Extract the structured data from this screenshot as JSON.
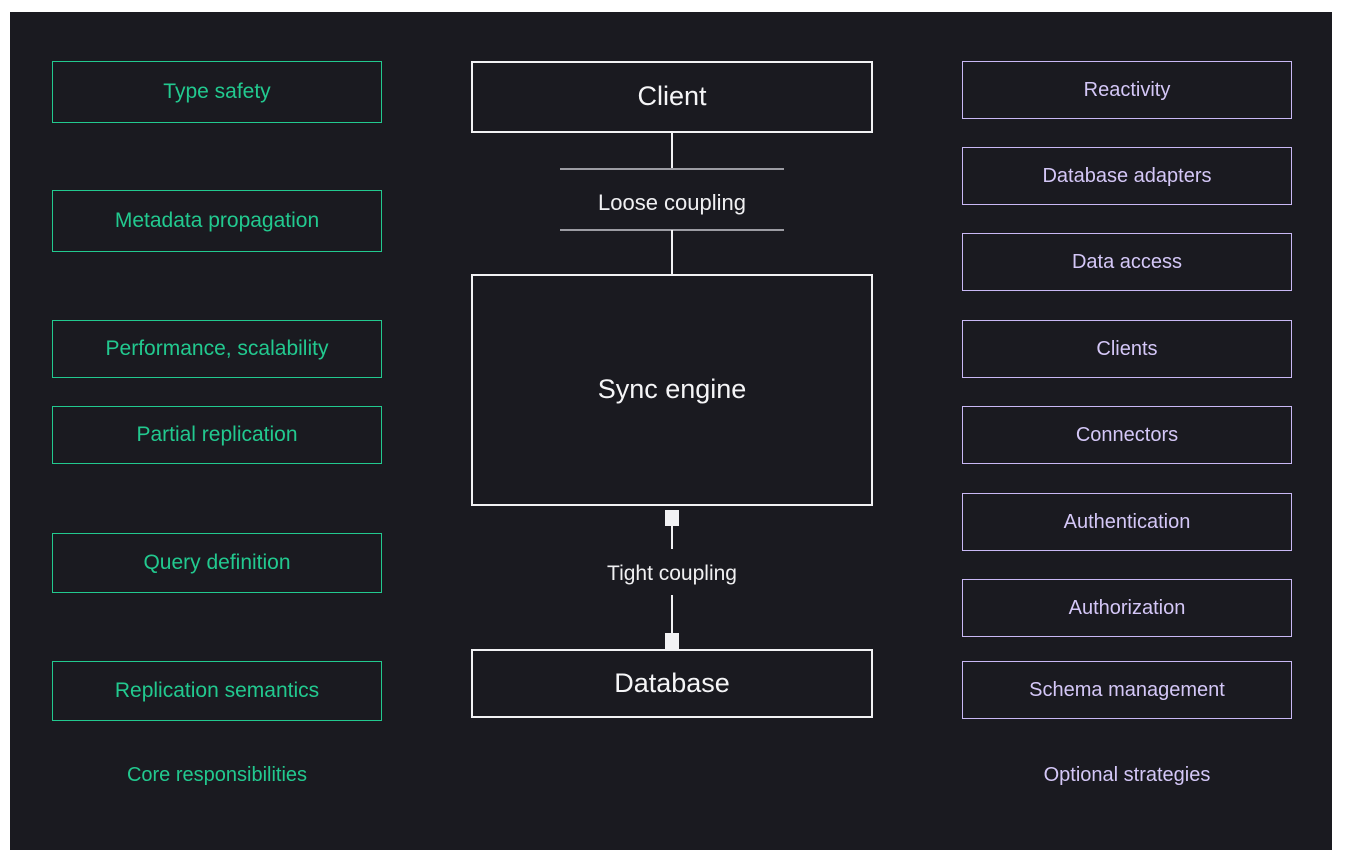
{
  "canvas": {
    "background": "#1a1a20",
    "page_background": "#ffffff"
  },
  "colors": {
    "core_accent": "#22c98f",
    "optional_accent": "#c9b8f5",
    "center_stroke": "#f2f2f4",
    "rule_gray": "#9c9ca3"
  },
  "core_responsibilities": {
    "caption": "Core responsibilities",
    "items": [
      {
        "label": "Type safety"
      },
      {
        "label": "Metadata propagation"
      },
      {
        "label": "Performance, scalability"
      },
      {
        "label": "Partial replication"
      },
      {
        "label": "Query definition"
      },
      {
        "label": "Replication semantics"
      }
    ]
  },
  "architecture": {
    "nodes": [
      {
        "label": "Client"
      },
      {
        "label": "Sync engine"
      },
      {
        "label": "Database"
      }
    ],
    "connectors": [
      {
        "label": "Loose coupling",
        "between": "Client -> Sync engine",
        "style": "loose"
      },
      {
        "label": "Tight coupling",
        "between": "Sync engine -> Database",
        "style": "tight"
      }
    ]
  },
  "optional_strategies": {
    "caption": "Optional strategies",
    "items": [
      {
        "label": "Reactivity"
      },
      {
        "label": "Database adapters"
      },
      {
        "label": "Data access"
      },
      {
        "label": "Clients"
      },
      {
        "label": "Connectors"
      },
      {
        "label": "Authentication"
      },
      {
        "label": "Authorization"
      },
      {
        "label": "Schema management"
      }
    ]
  }
}
